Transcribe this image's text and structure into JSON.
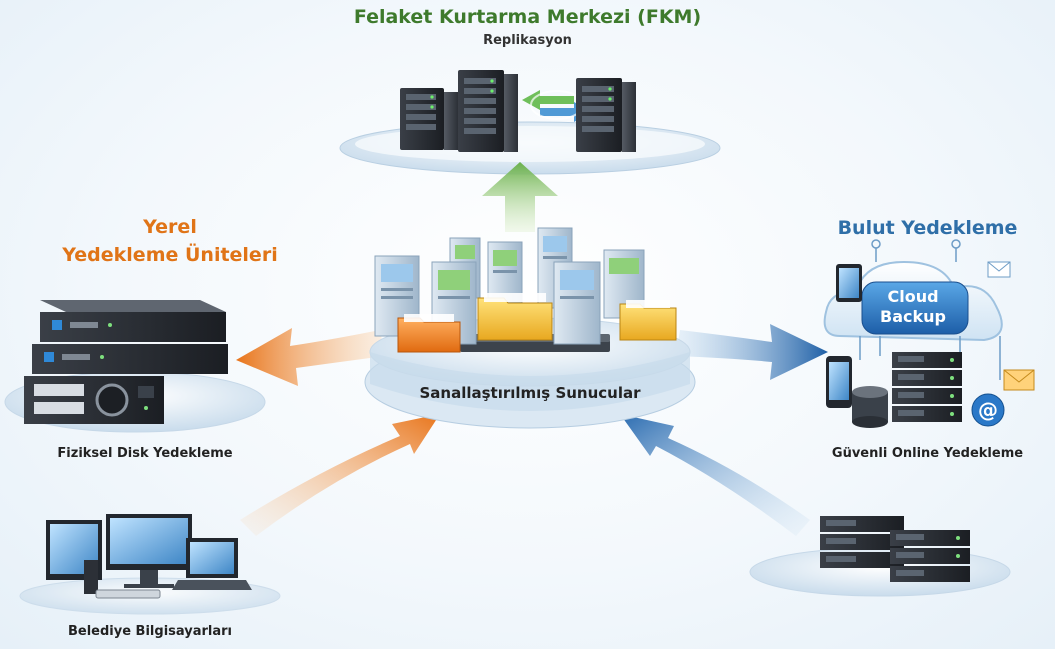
{
  "drc": {
    "title": "Felaket Kurtarma Merkezi (FKM)",
    "subtitle": "Replikasyon"
  },
  "local": {
    "title_line1": "Yerel",
    "title_line2": "Yedekleme Üniteleri",
    "caption": "Fiziksel Disk Yedekleme"
  },
  "center": {
    "caption": "Sanallaştırılmış Sunucular"
  },
  "cloud": {
    "title": "Bulut Yedekleme",
    "badge_line1": "Cloud",
    "badge_line2": "Backup",
    "caption": "Güvenli Online Yedekleme"
  },
  "municipal": {
    "caption": "Belediye Bilgisayarları"
  },
  "colors": {
    "green": "#3e7a2c",
    "orange": "#e07417",
    "blue": "#2f6fa8",
    "text": "#222222"
  },
  "icons": [
    "server-rack-icon",
    "replication-arrows-icon",
    "folder-icon",
    "disk-unit-icon",
    "cloud-icon",
    "phone-icon",
    "tablet-icon",
    "email-icon",
    "at-sign-icon",
    "database-icon",
    "monitor-icon",
    "laptop-icon",
    "desktop-icon"
  ]
}
